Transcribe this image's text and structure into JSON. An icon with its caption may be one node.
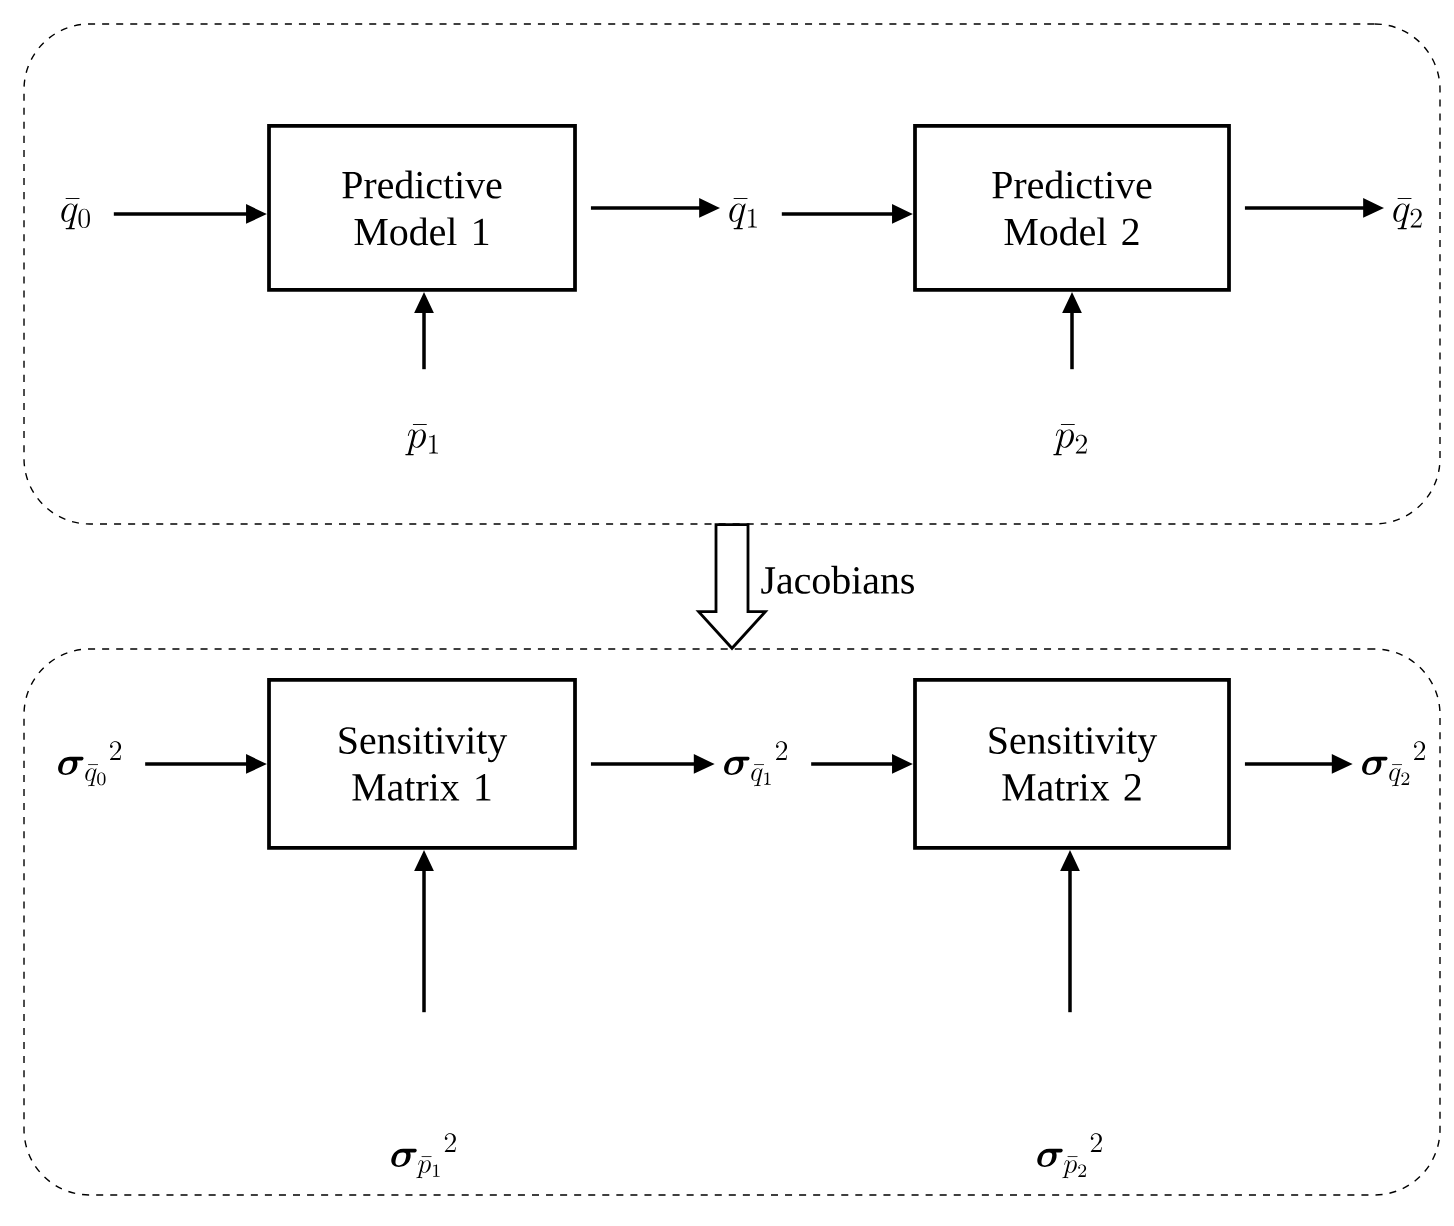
{
  "diagram": {
    "nodes": [
      {
        "text": [],
        "shape": "box"
      },
      {
        "text": [
          "\\bar{q}_0"
        ],
        "in": 0
      },
      {
        "text": [
          "Predictive Model 1"
        ],
        "in": 0
      },
      {
        "text": [
          "\\bar{q}_1"
        ],
        "in": 0
      },
      {
        "text": [
          "Predictive Model 2"
        ],
        "in": 0
      },
      {
        "text": [
          "\\bar{q}_2"
        ],
        "in": 0
      },
      {
        "text": [
          "\\bar{p}_1"
        ],
        "in": 0
      },
      {
        "text": [
          "\\bar{p}_2"
        ],
        "in": 0
      },
      {
        "text": [],
        "shape": "box"
      },
      {
        "text": [
          "\\bm{\\sigma}_{\\bar{q}_0}{}^2"
        ],
        "in": 8
      },
      {
        "text": [
          "Sensitivity Matrix 1"
        ],
        "in": 8
      },
      {
        "text": [
          "\\bm{\\sigma}_{\\bar{q}_1}{}^2"
        ],
        "in": 8
      },
      {
        "text": [
          "Sensitivity Matrix 2"
        ],
        "in": 8
      },
      {
        "text": [
          "\\bm{\\sigma}_{\\bar{q}_2}{}^2"
        ],
        "in": 8
      },
      {
        "text": [
          "\\bm{\\sigma}_{\\bar{p}_1}{}^2"
        ],
        "in": 8
      },
      {
        "text": [
          "\\bm{\\sigma}_{\\bar{p}_2}{}^2"
        ],
        "in": 8
      }
    ],
    "edges": [
      {
        "from": 1,
        "to": 2,
        "arrow": "to"
      },
      {
        "from": 2,
        "to": 3,
        "arrow": "to"
      },
      {
        "from": 3,
        "to": 4,
        "arrow": "to"
      },
      {
        "from": 4,
        "to": 5,
        "arrow": "to"
      },
      {
        "from": 6,
        "to": 2,
        "arrow": "to"
      },
      {
        "from": 7,
        "to": 4,
        "arrow": "to"
      },
      {
        "from": 0,
        "to": 8,
        "arrow": "to",
        "label": "Jacobians",
        "style": "thick"
      },
      {
        "from": 9,
        "to": 10,
        "arrow": "to"
      },
      {
        "from": 10,
        "to": 11,
        "arrow": "to"
      },
      {
        "from": 11,
        "to": 12,
        "arrow": "to"
      },
      {
        "from": 12,
        "to": 13,
        "arrow": "to"
      },
      {
        "from": 14,
        "to": 10,
        "arrow": "to"
      },
      {
        "from": 15,
        "to": 12,
        "arrow": "to"
      }
    ]
  }
}
